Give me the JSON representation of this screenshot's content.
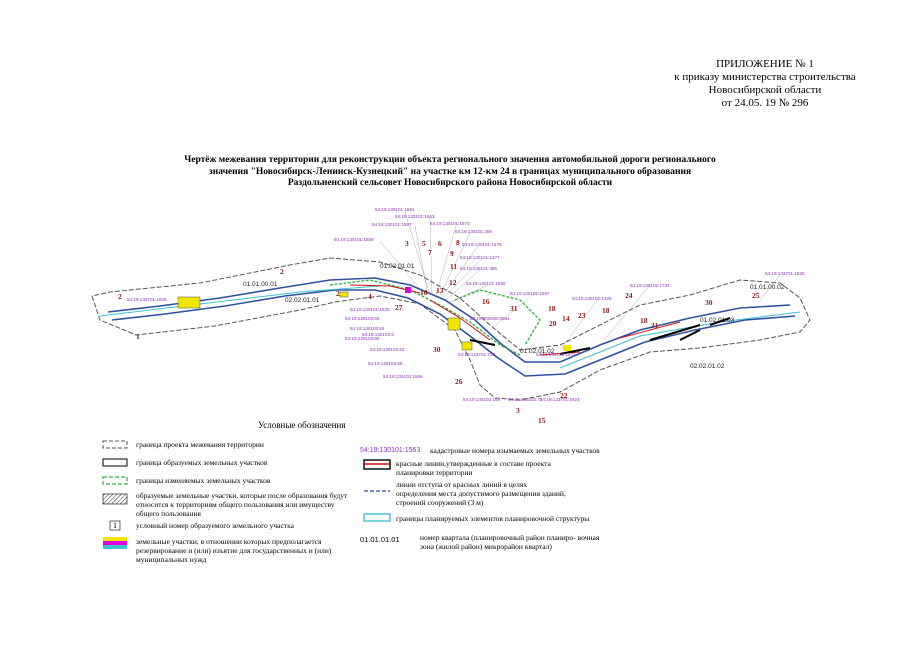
{
  "appendix": {
    "line1": "ПРИЛОЖЕНИЕ № 1",
    "line2": "к приказу министерства строительства",
    "line3": "Новосибирской области",
    "line4": "от 24.05. 19 № 296"
  },
  "title": {
    "line1": "Чертёж межевания территории для реконструкции объекта регионального значения автомобильной  дороги регионального",
    "line2": "значения  \"Новосибирск-Ленинск-Кузнецкий\" на участке км 12-км 24 в границах муниципального образования",
    "line3": "Раздольненский сельсовет  Новосибирского района Новосибирской области"
  },
  "map": {
    "zones": [
      "01.01.00.01",
      "02.02.01.01",
      "01.02.01.01",
      "01.02.01.02",
      "01.01.00.02",
      "01.02.01.03",
      "02.02.01.02"
    ],
    "cadastral": [
      "54:19:130101:1561",
      "54:19:130101:1563",
      "54:19:130101:1557",
      "54:19:130101:1570",
      "54:19:130101:1559",
      "54:19:130101:356",
      "54:19:130101:1476",
      "54:19:130101:1477",
      "54:19:130101:385",
      "54:19:130101:1566",
      "54:19:120102:1587",
      "54:19:130101:1525",
      "54:19:130102:1734",
      "54:19:133701:1925",
      "54:19:130103:83",
      "54:19:130103:84",
      "54:19:130103:85",
      "54:19:130103:63",
      "54:19:130103:59",
      "54:19:130103:6",
      "54:19:130102:1586",
      "54:19:130102:1325",
      "54:19:130102:1571",
      "54:19:133701:739",
      "54:19:130102:158",
      "54:19:130102:72",
      "54:19:133701:1924",
      "54:19:000000:8064",
      "54:19:133701:1835"
    ],
    "plot_numbers": [
      "1",
      "2",
      "2",
      "2",
      "3",
      "4",
      "5",
      "6",
      "7",
      "8",
      "9",
      "10",
      "11",
      "12",
      "13",
      "14",
      "15",
      "16",
      "18",
      "18",
      "18",
      "20",
      "22",
      "23",
      "24",
      "25",
      "26",
      "27",
      "30",
      "30",
      "31",
      "31",
      "3",
      "1"
    ]
  },
  "legend": {
    "heading": "Условные обозначения",
    "left": [
      "граница проекта межевания территории",
      "граница образуемых земельных участков",
      "границы изменяемых земельных участков",
      "образуемые земельные участки, которые после образования будут относится к территориям общего пользования или имуществу общего пользования",
      "условный номер образуемого земельного участка",
      "земельные участки, в отношении которых предполагается резервирование и (или) изъятие для государственных и (или) муниципальных  нужд"
    ],
    "num_sample": "1",
    "right": [
      "кадастровые номера изымаемых земельных участков",
      "красные линии,утвержденные в составе проекта планировки территории",
      "линии отступа от красных линий в целях определения места допустимого размещения зданий, строений сооружений (3 м)",
      "границы планируемых элементов планировочной структуры",
      "номер квартала (планировочный район  планиро- вочная зона (жилой район)  микрорайон  квартал)"
    ],
    "cad_sample": "54:19:130101:1563",
    "zone_sample": "01.01.01.01"
  },
  "colors": {
    "cadastral_text": "#8e2fb8",
    "plot_number": "#8b1a1a",
    "red_line": "#d01010",
    "green_boundary": "#39b54a",
    "planning_boundary": "#40c0d0",
    "reserved_yellow": "#f2e500",
    "reserved_magenta": "#e000e0"
  }
}
